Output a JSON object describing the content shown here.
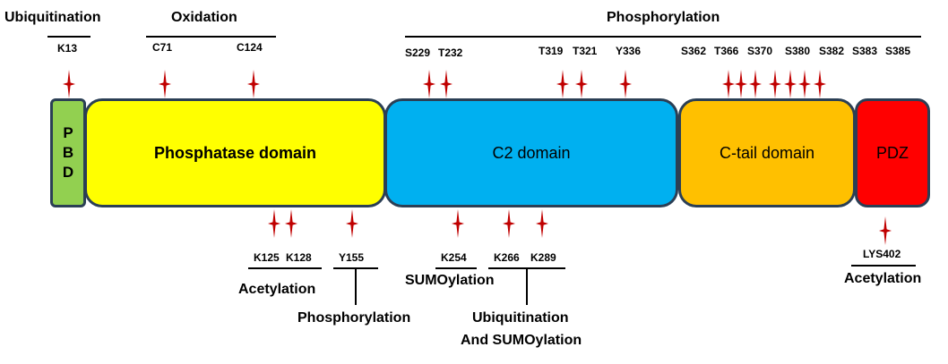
{
  "colors": {
    "pbd": "#92d050",
    "phosphatase": "#ffff00",
    "c2": "#00b0f0",
    "ctail": "#ffc000",
    "pdz": "#ff0000",
    "border": "#2b3f55",
    "marker": "#c00000"
  },
  "top": {
    "ubiquitination": {
      "title": "Ubiquitination",
      "sites": [
        "K13"
      ]
    },
    "oxidation": {
      "title": "Oxidation",
      "sites": [
        "C71",
        "C124"
      ]
    },
    "phosphorylation": {
      "title": "Phosphorylation",
      "sites": [
        "S229",
        "T232",
        "T319",
        "T321",
        "Y336",
        "S362",
        "T366",
        "S370",
        "S380",
        "S382",
        "S383",
        "S385"
      ]
    }
  },
  "domains": {
    "pbd": [
      "P",
      "B",
      "D"
    ],
    "phosphatase": "Phosphatase domain",
    "c2": "C2 domain",
    "ctail": "C-tail domain",
    "pdz": "PDZ"
  },
  "bottom": {
    "acetylation": {
      "title": "Acetylation",
      "sites": [
        "K125",
        "K128"
      ]
    },
    "phosphorylation": {
      "title": "Phosphorylation",
      "sites": [
        "Y155"
      ]
    },
    "sumoylation": {
      "title": "SUMOylation",
      "sites": [
        "K254"
      ]
    },
    "ubi_sumo": {
      "title_line1": "Ubiquitination",
      "title_line2": "And SUMOylation",
      "sites": [
        "K266",
        "K289"
      ]
    },
    "pdz_acetylation": {
      "title": "Acetylation",
      "sites": [
        "LYS402"
      ]
    }
  },
  "marker_icon": "four-point-star-icon"
}
